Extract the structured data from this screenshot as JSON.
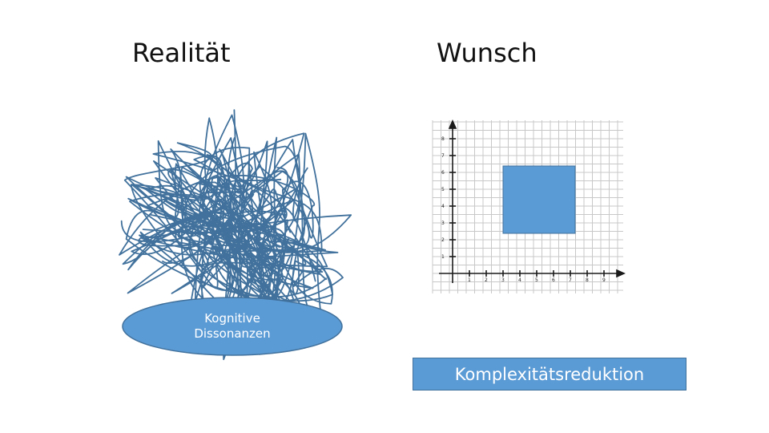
{
  "titles": {
    "left": "Realität",
    "right": "Wunsch"
  },
  "ellipse": {
    "line1": "Kognitive",
    "line2": "Dissonanzen",
    "fill": "#5b9bd5",
    "stroke": "#41719c"
  },
  "scribble": {
    "stroke": "#41719c"
  },
  "graph": {
    "x_ticks": [
      "1",
      "2",
      "3",
      "4",
      "5",
      "6",
      "7",
      "8",
      "9"
    ],
    "y_ticks": [
      "1",
      "2",
      "3",
      "4",
      "5",
      "6",
      "7",
      "8"
    ],
    "square": {
      "x_from": 3,
      "x_to": 7,
      "y_from": 2,
      "y_to": 6,
      "fill": "#5b9bd5"
    }
  },
  "reduction_label": "Komplexitätsreduktion"
}
